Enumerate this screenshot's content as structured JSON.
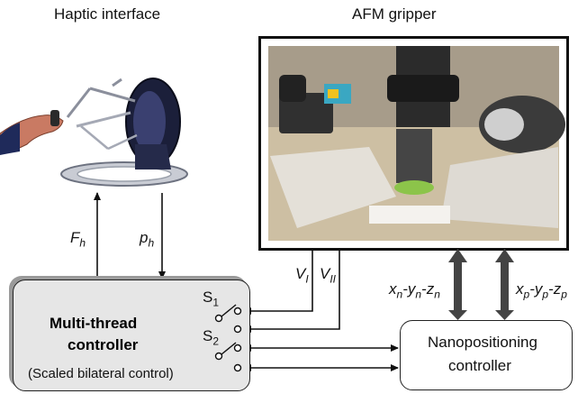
{
  "titles": {
    "haptic": "Haptic interface",
    "afm": "AFM gripper"
  },
  "signals": {
    "fh": "F",
    "fh_sub": "h",
    "ph": "p",
    "ph_sub": "h",
    "v1": "V",
    "v1_sub": "I",
    "v2": "V",
    "v2_sub": "II",
    "xn_label": "x",
    "xn_full": [
      "x",
      "n",
      "-y",
      "n",
      "-z",
      "n"
    ],
    "xp_full": [
      "x",
      "p",
      "-y",
      "p",
      "-z",
      "p"
    ]
  },
  "controller": {
    "line1": "Multi-thread",
    "line2": "controller",
    "subtitle": "(Scaled bilateral control)",
    "s1": "S",
    "s1_sub": "1",
    "s2": "S",
    "s2_sub": "2"
  },
  "nano": {
    "line1": "Nanopositioning",
    "line2": "controller"
  },
  "colors": {
    "box_fill": "#e6e6e6",
    "box_shadow": "#9a9a9a",
    "thick_arrow": "#444444",
    "line": "#111111"
  }
}
